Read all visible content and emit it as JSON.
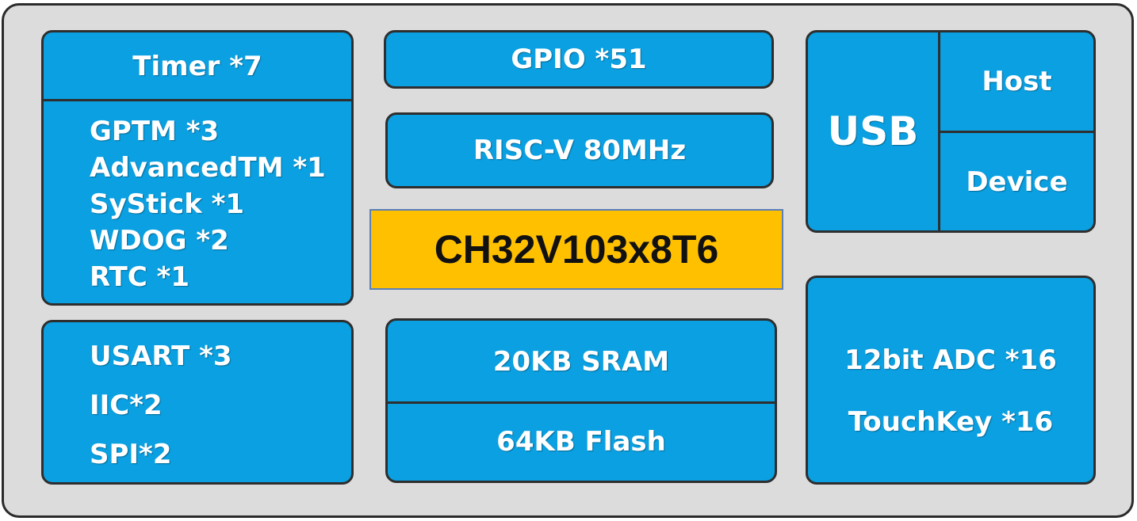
{
  "chip": {
    "name": "CH32V103x8T6"
  },
  "timer": {
    "title": "Timer *7",
    "items": [
      "GPTM *3",
      "AdvancedTM *1",
      "SyStick  *1",
      "WDOG *2",
      "RTC *1"
    ]
  },
  "comm": {
    "items": [
      "USART *3",
      "IIC*2",
      "SPI*2"
    ]
  },
  "gpio": {
    "label": "GPIO *51"
  },
  "cpu": {
    "label": "RISC-V  80MHz"
  },
  "memory": {
    "sram": "20KB SRAM",
    "flash": "64KB Flash"
  },
  "usb": {
    "title": "USB",
    "host": "Host",
    "device": "Device"
  },
  "analog": {
    "adc": "12bit ADC *16",
    "touchkey": "TouchKey *16"
  },
  "colors": {
    "block": "#0aa0e2",
    "chip": "#ffc000",
    "background": "#dcdcdc"
  }
}
